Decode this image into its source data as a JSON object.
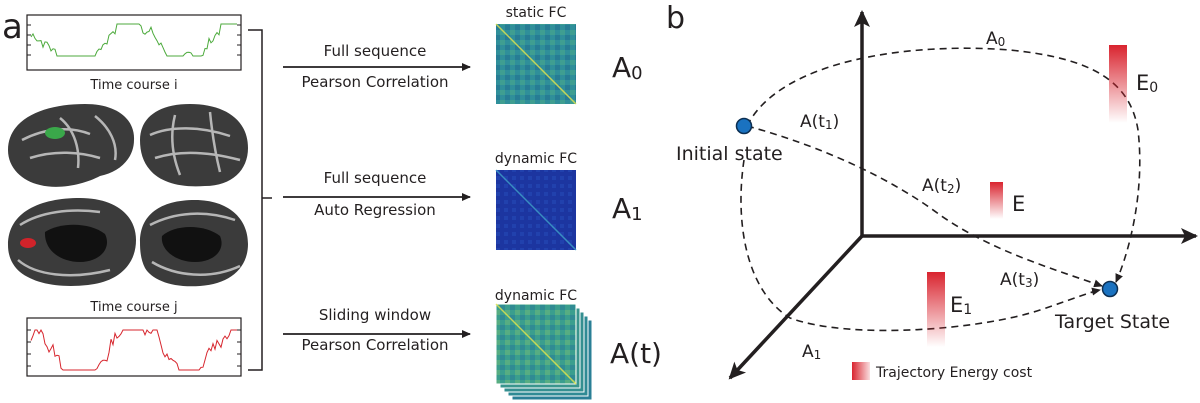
{
  "panel_a": {
    "letter": "a",
    "time_course_i": "Time course i",
    "time_course_j": "Time course j",
    "rows": [
      {
        "method_line1": "Full sequence",
        "method_line2": "Pearson Correlation",
        "fc_title": "static FC",
        "matrix_base": "A",
        "matrix_sub": "0",
        "matrix_color": "#2f8f9a"
      },
      {
        "method_line1": "Full sequence",
        "method_line2": "Auto Regression",
        "fc_title": "dynamic FC",
        "matrix_base": "A",
        "matrix_sub": "1",
        "matrix_color": "#1c35a0"
      },
      {
        "method_line1": "Sliding window",
        "method_line2": "Pearson Correlation",
        "fc_title": "dynamic FC",
        "matrix_base": "A(t)",
        "matrix_sub": "",
        "matrix_color": "#3a9e8e"
      }
    ],
    "colors": {
      "trace_i": "#4caa3c",
      "trace_j": "#d7262e",
      "roi_i": "#3aa84a",
      "roi_j": "#d1232a"
    }
  },
  "panel_b": {
    "letter": "b",
    "initial_state": "Initial state",
    "target_state": "Target State",
    "legend": "Trajectory Energy cost",
    "paths": {
      "a0": "A",
      "a0_sub": "0",
      "a1": "A",
      "a1_sub": "1"
    },
    "points": {
      "t1": "A(t",
      "t1_sub": "1",
      "t1_end": ")",
      "t2": "A(t",
      "t2_sub": "2",
      "t2_end": ")",
      "t3": "A(t",
      "t3_sub": "3",
      "t3_end": ")"
    },
    "energy": {
      "e0": "E",
      "e0_sub": "0",
      "e": "E",
      "e1": "E",
      "e1_sub": "1"
    },
    "colors": {
      "state": "#1a72c0",
      "energy": "#d9242f"
    }
  }
}
